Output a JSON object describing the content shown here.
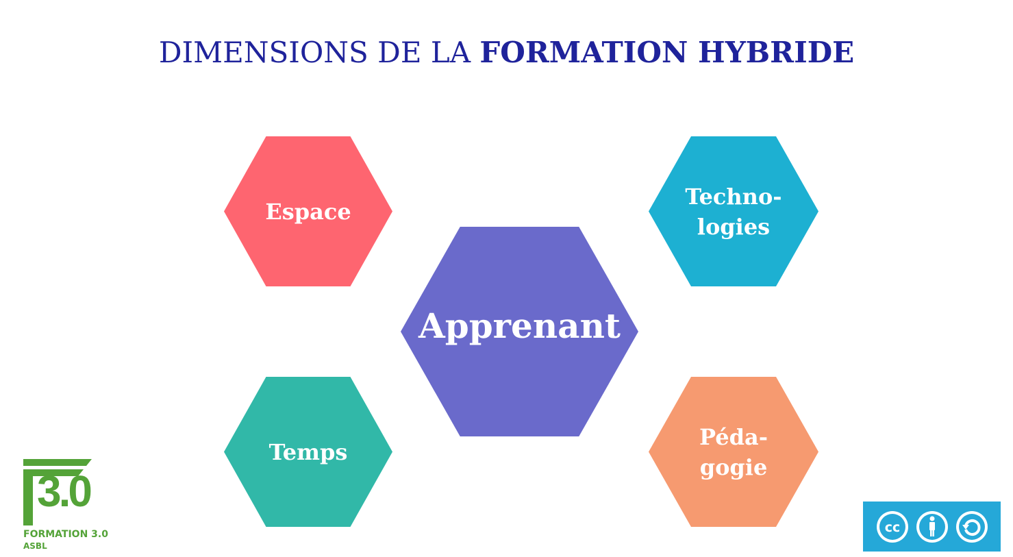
{
  "title": {
    "part1": "DIMENSIONS DE LA ",
    "part2": "FORMATION HYBRIDE",
    "color": "#1f239b"
  },
  "hexagons": {
    "espace": {
      "label": "Espace",
      "color": "#fe6570"
    },
    "technologies": {
      "line1": "Techno-",
      "line2": "logies",
      "color": "#1db0d2"
    },
    "temps": {
      "label": "Temps",
      "color": "#31b8a8"
    },
    "pedagogie": {
      "line1": "Péda-",
      "line2": "gogie",
      "color": "#f69a70"
    },
    "apprenant": {
      "label": "Apprenant",
      "color": "#6a6acb"
    }
  },
  "logo": {
    "text": "FORMATION 3.0",
    "sub": "ASBL",
    "color": "#54a338"
  },
  "license_badge": {
    "icons": [
      "cc-icon",
      "by-icon",
      "sa-icon"
    ],
    "color": "#25a8d8"
  }
}
